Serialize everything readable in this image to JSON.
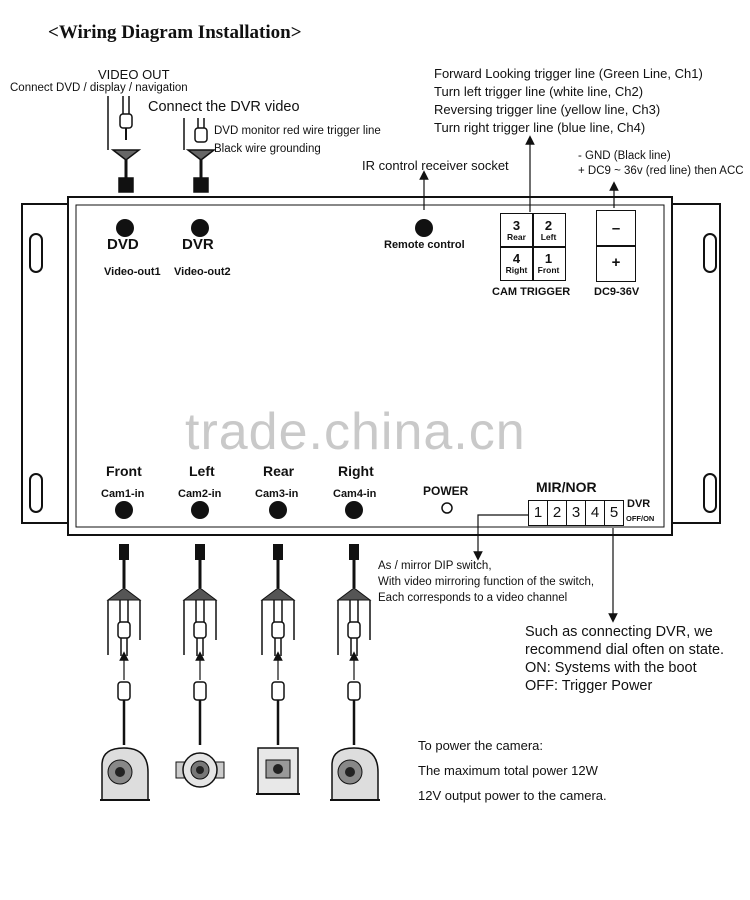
{
  "title": "<Wiring Diagram Installation>",
  "top": {
    "video_out": "VIDEO OUT",
    "video_out_desc": "Connect DVD / display / navigation",
    "dvr_video": "Connect the DVR video",
    "dvr_trigger": "DVD monitor red wire trigger line",
    "black_ground": "Black wire grounding",
    "ir_socket": "IR control receiver socket",
    "trigger_lines": [
      "Forward Looking trigger line (Green Line, Ch1)",
      "Turn left trigger line (white line, Ch2)",
      "Reversing trigger line (yellow line, Ch3)",
      "Turn right trigger line (blue line, Ch4)"
    ],
    "gnd": "- GND    (Black line)",
    "dc": "+ DC9 ~ 36v (red line) then ACC"
  },
  "box": {
    "dvd": "DVD",
    "dvd_sub": "Video-out1",
    "dvr": "DVR",
    "dvr_sub": "Video-out2",
    "remote": "Remote control",
    "cam_trigger": {
      "label": "CAM TRIGGER",
      "cells": [
        {
          "num": "3",
          "sub": "Rear"
        },
        {
          "num": "2",
          "sub": "Left"
        },
        {
          "num": "4",
          "sub": "Right"
        },
        {
          "num": "1",
          "sub": "Front"
        }
      ]
    },
    "dc_label": "DC9-36V",
    "minus": "–",
    "plus": "+",
    "cams": [
      {
        "name": "Front",
        "port": "Cam1-in"
      },
      {
        "name": "Left",
        "port": "Cam2-in"
      },
      {
        "name": "Rear",
        "port": "Cam3-in"
      },
      {
        "name": "Right",
        "port": "Cam4-in"
      }
    ],
    "power": "POWER",
    "mir_nor": "MIR/NOR",
    "dip": [
      "1",
      "2",
      "3",
      "4",
      "5"
    ],
    "dvr_switch": "DVR",
    "dvr_switch_sub": "OFF/ON"
  },
  "watermark": "trade.china.cn",
  "notes": {
    "mirror": [
      "As / mirror DIP switch,",
      "With video mirroring function of the switch,",
      "Each corresponds to a video channel"
    ],
    "dvr": [
      "Such as connecting DVR, we",
      "recommend dial often on state.",
      "ON: Systems with the boot",
      "OFF: Trigger Power"
    ],
    "power": [
      "To power the camera:",
      "The maximum total power 12W",
      "12V output power to the camera."
    ]
  }
}
